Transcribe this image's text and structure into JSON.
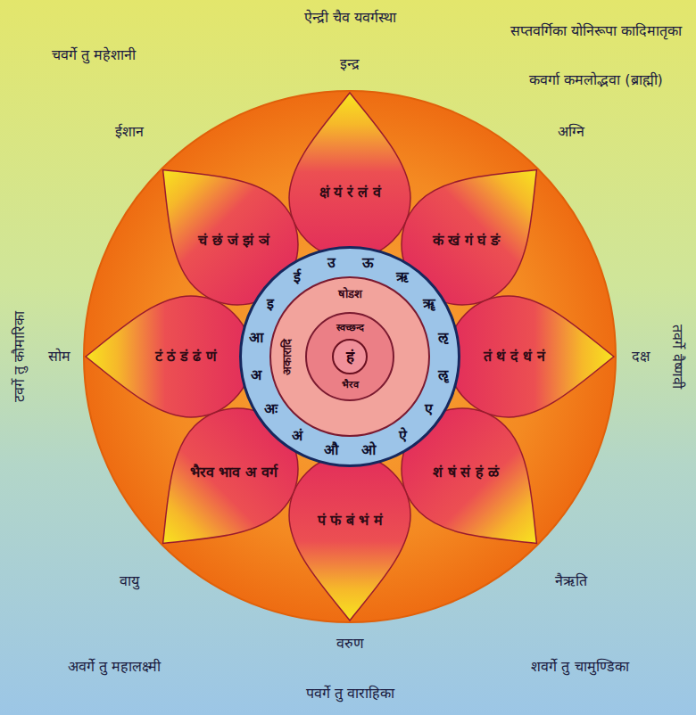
{
  "diagram": {
    "nodes": [
      {
        "text": [
          "क्षं यं रं लं वं"
        ]
      },
      {
        "text": [
          "कं खं गं घं ङं"
        ]
      },
      {
        "text": [
          "तं थं दं धं नं"
        ]
      },
      {
        "text": [
          "शं षं सं हं ळं"
        ]
      },
      {
        "text": [
          "पं फं बं भं मं"
        ]
      },
      {
        "text": [
          "भैरव भाव अ वर्ग"
        ]
      },
      {
        "text": [
          "टं ठं डं ढं णं"
        ]
      },
      {
        "text": [
          "चं छं जं झं ञं"
        ]
      },
      {
        "text": [
          "अ",
          "आ",
          "इ",
          "ई",
          "उ",
          "ऊ",
          "ऋ",
          "ॠ",
          "ऌ",
          "ॡ",
          "ए",
          "ऐ",
          "ओ",
          "औ",
          "अं",
          "अः"
        ]
      },
      {
        "text": [
          "षोडश",
          "अकारादि"
        ],
        "in": 8
      },
      {
        "text": [
          "स्वच्छन्द",
          "भैरव"
        ],
        "in": 9
      },
      {
        "text": [
          "हं"
        ],
        "in": 10
      }
    ],
    "labels": [
      "ऐन्द्री चैव यवर्गस्था",
      "इन्द्र",
      "सप्तवर्गिका योनिरूपा कादिमातृका",
      "कवर्गा कमलोद्भवा (ब्राह्मी)",
      "अग्नि",
      "दक्ष",
      "तवर्गे वैष्णवी",
      "नैऋति",
      "शवर्गे तु चामुण्डिका",
      "वरुण",
      "पवर्गे तु वाराहिका",
      "वायु",
      "अवर्गे तु महालक्ष्मी",
      "सोम",
      "टवर्गे तु कौमारिका",
      "ईशान",
      "चवर्गे तु महेशानी"
    ]
  }
}
